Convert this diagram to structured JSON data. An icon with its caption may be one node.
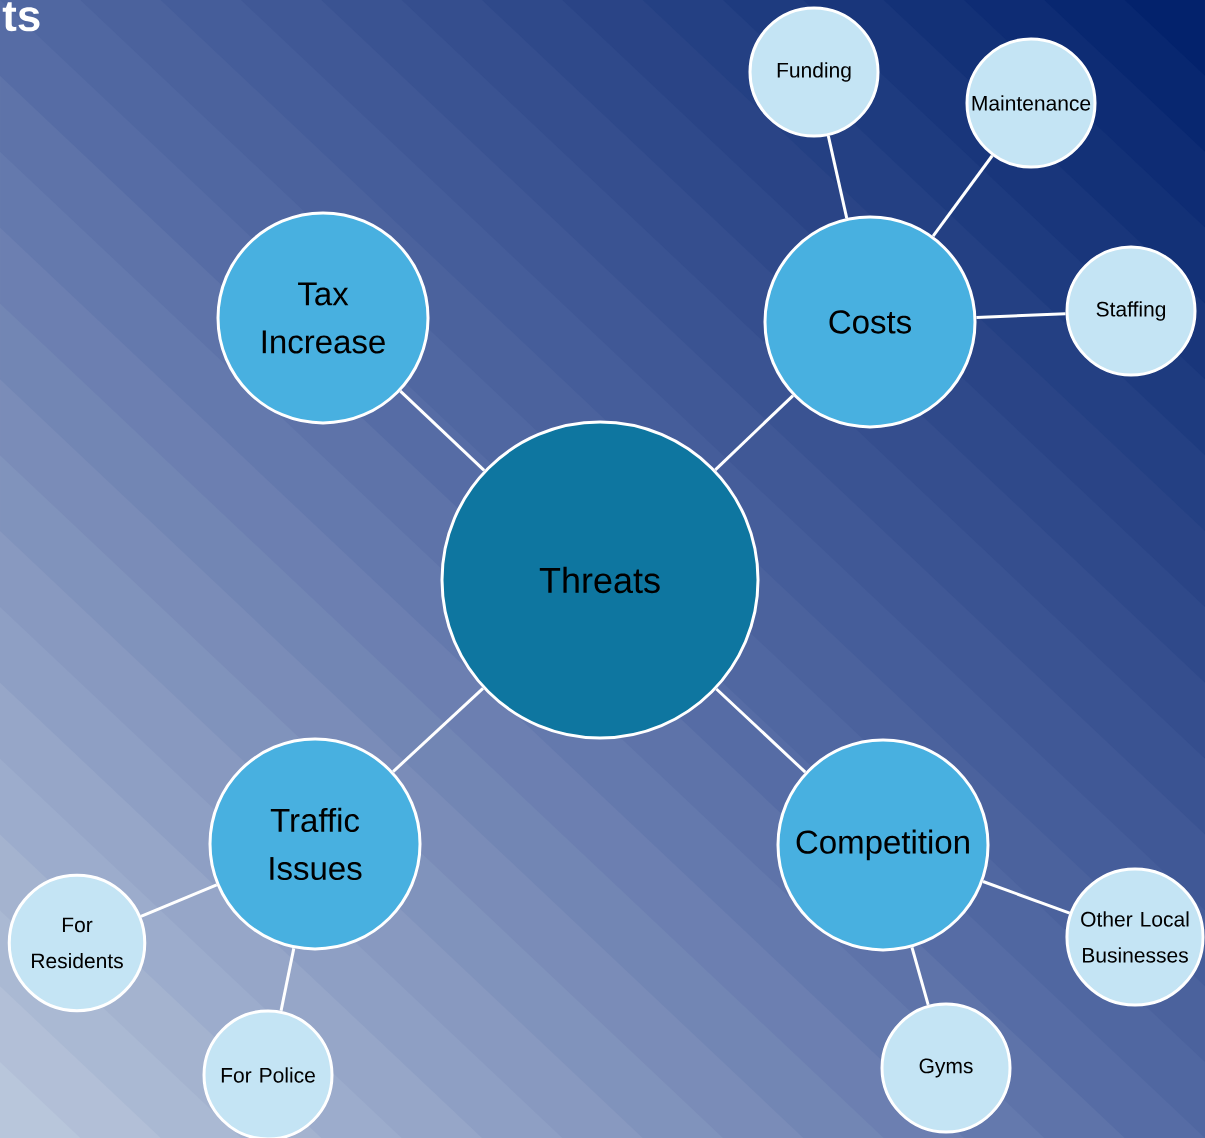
{
  "diagram": {
    "title": "ts",
    "nodes": [
      {
        "text": [
          "Threats"
        ]
      },
      {
        "text": [
          "Tax Increase"
        ]
      },
      {
        "text": [
          "Costs"
        ]
      },
      {
        "text": [
          "Traffic Issues"
        ]
      },
      {
        "text": [
          "Competition"
        ]
      },
      {
        "text": [
          "Funding"
        ]
      },
      {
        "text": [
          "Maintenance"
        ]
      },
      {
        "text": [
          "Staffing"
        ]
      },
      {
        "text": [
          "For Residents"
        ]
      },
      {
        "text": [
          "For Police"
        ]
      },
      {
        "text": [
          "Other Local Businesses"
        ]
      },
      {
        "text": [
          "Gyms"
        ]
      }
    ],
    "edges": [
      {
        "from": 0,
        "to": 1,
        "arrow": "none"
      },
      {
        "from": 0,
        "to": 2,
        "arrow": "none"
      },
      {
        "from": 0,
        "to": 3,
        "arrow": "none"
      },
      {
        "from": 0,
        "to": 4,
        "arrow": "none"
      },
      {
        "from": 2,
        "to": 5,
        "arrow": "none"
      },
      {
        "from": 2,
        "to": 6,
        "arrow": "none"
      },
      {
        "from": 2,
        "to": 7,
        "arrow": "none"
      },
      {
        "from": 3,
        "to": 8,
        "arrow": "none"
      },
      {
        "from": 3,
        "to": 9,
        "arrow": "none"
      },
      {
        "from": 4,
        "to": 10,
        "arrow": "none"
      },
      {
        "from": 4,
        "to": 11,
        "arrow": "none"
      }
    ]
  }
}
